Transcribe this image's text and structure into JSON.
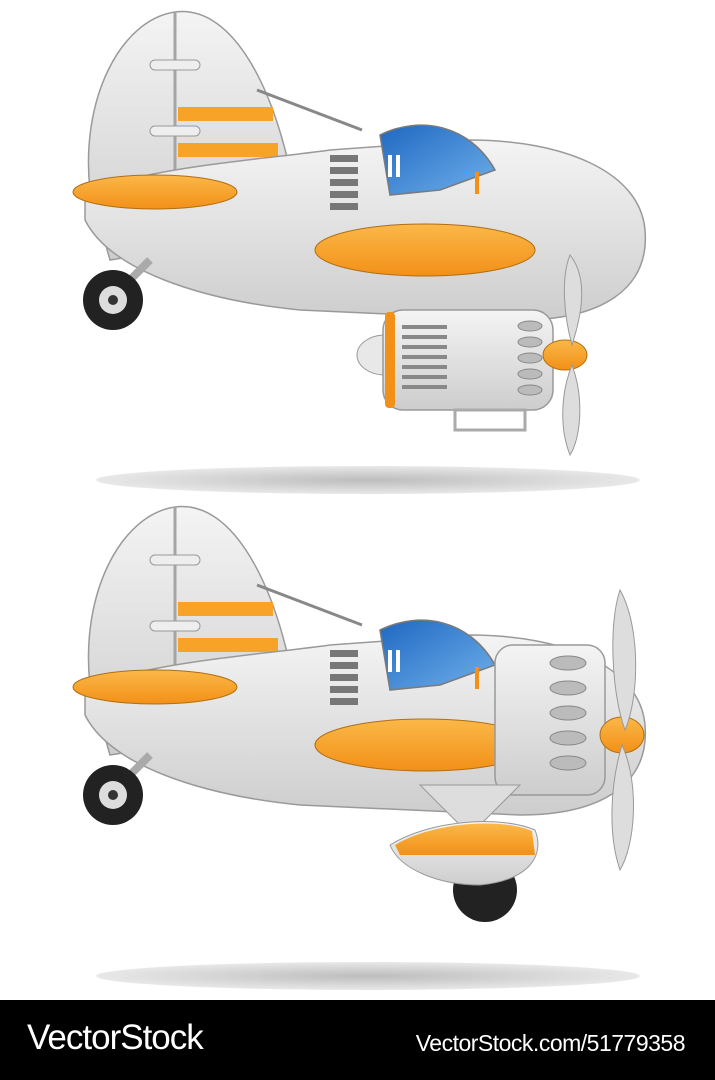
{
  "illustration": {
    "subject": "Two cartoon retro airplanes, side view",
    "planes": [
      {
        "name": "plane-top",
        "variant": "engine mounted below fuselage, propeller at front-bottom"
      },
      {
        "name": "plane-bottom",
        "variant": "radial engine at nose, wheel fairing below"
      }
    ],
    "colors": {
      "body": "#e6e6e6",
      "body_shade": "#c8c8c8",
      "accent_orange": "#f7a328",
      "canopy_blue": "#2f7fd0",
      "tire": "#222222",
      "shadow": "#cfcfcf",
      "outline": "#9a9a9a"
    }
  },
  "footer": {
    "brand": "VectorStock",
    "url": "VectorStock.com/51779358",
    "background": "#000000"
  }
}
